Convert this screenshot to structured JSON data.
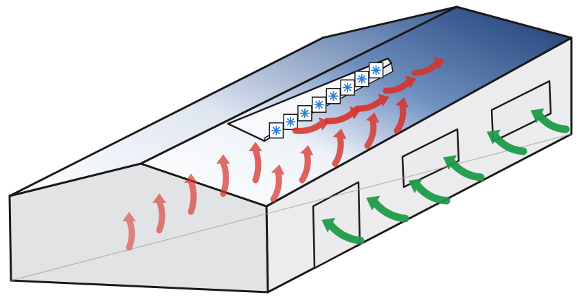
{
  "diagram": {
    "colors": {
      "roof_dark": "#1f3f78",
      "roof_light": "#e9eef6",
      "wall": "#e3e4e6",
      "wall_side": "#ebebed",
      "outline": "#1a1a1a",
      "warm_air": "#d8322a",
      "fresh_air": "#1f9b4a",
      "fan_blue": "#2f7fd8"
    },
    "icons": [
      "fan-icon",
      "warm-air-arrow",
      "fresh-air-arrow"
    ],
    "vent_fans": 8,
    "side_inlets": 3
  }
}
